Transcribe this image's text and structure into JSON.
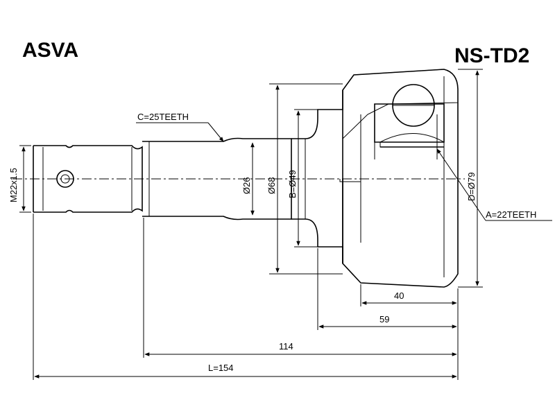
{
  "brand": "ASVA",
  "part_number": "NS-TD2",
  "callouts": {
    "spline_shaft": "C=25TEETH",
    "spline_housing": "A=22TEETH"
  },
  "vertical_dims": {
    "thread": "M22x1.5",
    "shaft_diameter": "Ø26",
    "body_diameter": "Ø68",
    "bell_diameter": "B=Ø49",
    "housing_diameter": "D=Ø79"
  },
  "horizontal_dims": {
    "d40": "40",
    "d59": "59",
    "d114": "114",
    "total_length": "L=154"
  },
  "colors": {
    "line": "#000000",
    "background": "#ffffff"
  }
}
